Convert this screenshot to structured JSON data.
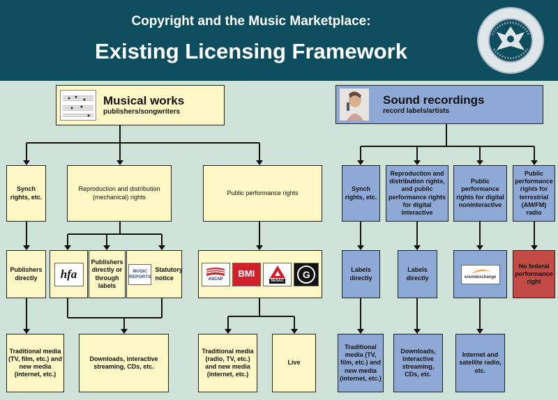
{
  "header": {
    "line1": "Copyright and the Music Marketplace:",
    "line2": "Existing Licensing Framework",
    "seal_text": "THE UNITED STATES COPYRIGHT OFFICE",
    "seal_year": "1870",
    "seal_side": "SEAL OF THE"
  },
  "musical": {
    "title": "Musical works",
    "subtitle": "publishers/songwriters",
    "synch": "Synch rights, etc.",
    "mechanical": "Reproduction and distribution (mechanical) rights",
    "public": "Public performance rights",
    "publishers_directly": "Publishers directly",
    "hfa": "hfa",
    "pub_through_labels": "Publishers directly or through labels",
    "music_reports_line1": "MUSIC",
    "music_reports_line2": "REPORTS",
    "statutory": "Statutory notice",
    "ascap": "ASCAP",
    "bmi": "BMI",
    "sesac": "SESAC",
    "gmr": "G",
    "traditional": "Traditional media (TV, film, etc.) and new media (internet, etc.)",
    "downloads": "Downloads, interactive streaming, CDs, etc.",
    "traditional_radio": "Traditional media (radio, TV, etc.) and new media (internet, etc.)",
    "live": "Live"
  },
  "recordings": {
    "title": "Sound recordings",
    "subtitle": "record labels/artists",
    "synch": "Synch rights, etc.",
    "repro": "Reproduction and distribution rights, and public performance rights for digital interactive",
    "noninteractive": "Public performance rights for digital noninteractive",
    "terrestrial": "Public performance rights for terrestrial (AM/FM) radio",
    "labels_directly_1": "Labels directly",
    "labels_directly_2": "Labels directly",
    "soundexchange": "soundexchange",
    "no_federal": "No federal performance right",
    "traditional": "Traditional media (TV, film, etc.) and new media (internet, etc.)",
    "downloads": "Downloads, interactive streaming, CDs, etc.",
    "internet": "Internet and satellite radio, etc."
  },
  "colors": {
    "header": "#0d4d5e",
    "background": "#cfe3d9",
    "musical_box": "#fdf7c6",
    "recording_box": "#8fa9d6",
    "no_right_box": "#c44a45"
  }
}
